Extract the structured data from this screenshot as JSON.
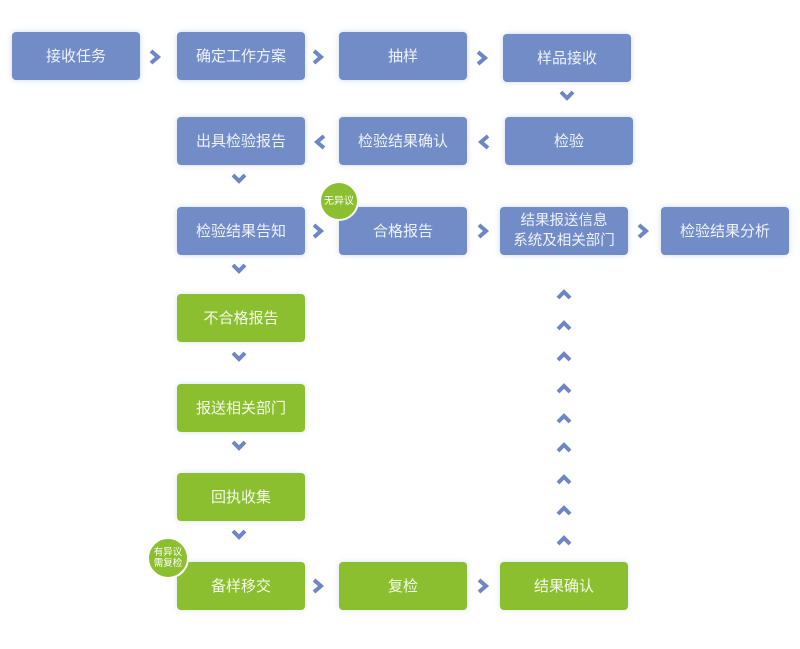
{
  "colors": {
    "blue_box": "#728cc8",
    "green_box": "#8cbf2f",
    "arrow": "#6d86c6",
    "text": "#ffffff"
  },
  "steps": {
    "receive_task": "接收任务",
    "confirm_plan": "确定工作方案",
    "sampling": "抽样",
    "sample_receipt": "样品接收",
    "inspection": "检验",
    "confirm_result": "检验结果确认",
    "issue_report": "出具检验报告",
    "notify_result": "检验结果告知",
    "qualified_report": "合格报告",
    "send_result": "结果报送信息系统及相关部门",
    "send_result_line1": "结果报送信息",
    "send_result_line2": "系统及相关部门",
    "analyze_result": "检验结果分析",
    "unqualified_report": "不合格报告",
    "send_departments": "报送相关部门",
    "collect_receipt": "回执收集",
    "transfer_backup": "备样移交",
    "reinspect": "复检",
    "result_confirm": "结果确认"
  },
  "badges": {
    "no_objection": "无异议",
    "objection_line1": "有异议",
    "objection_line2": "需复检"
  },
  "icons": {
    "right": "chevron-right-icon",
    "left": "chevron-left-icon",
    "down": "chevron-down-icon",
    "up": "chevron-up-icon"
  }
}
